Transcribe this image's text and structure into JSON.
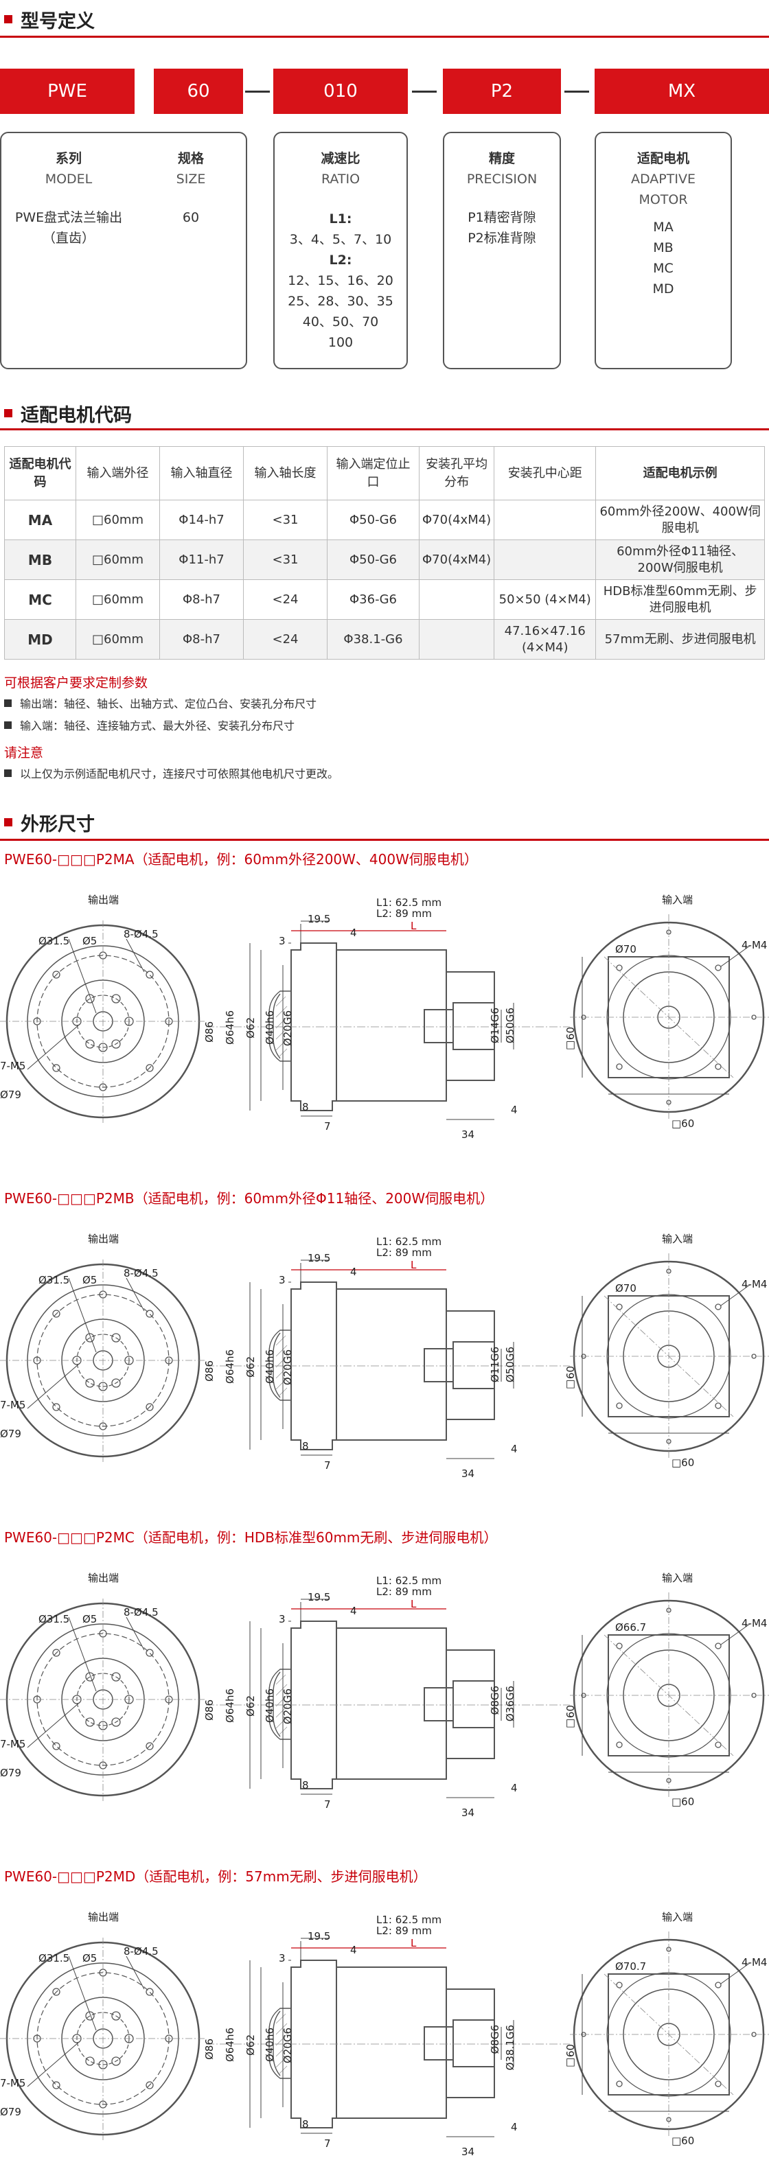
{
  "sections": {
    "model_def": "型号定义",
    "motor_code": "适配电机代码",
    "dimensions": "外形尺寸"
  },
  "model_code": [
    "PWE",
    "60",
    "010",
    "P2",
    "MX"
  ],
  "model_boxes": [
    {
      "cn": "系列",
      "en": "MODEL",
      "lines": [
        "PWE盘式法兰输出",
        "（直齿）"
      ]
    },
    {
      "cn": "规格",
      "en": "SIZE",
      "lines": [
        "60"
      ]
    },
    {
      "cn": "减速比",
      "en": "RATIO",
      "lines": [
        "L1:",
        "3、4、5、7、10",
        "L2:",
        "12、15、16、20",
        "25、28、30、35",
        "40、50、70",
        "100"
      ]
    },
    {
      "cn": "精度",
      "en": "PRECISION",
      "lines": [
        "P1精密背隙",
        "P2标准背隙"
      ]
    },
    {
      "cn": "适配电机",
      "en": "ADAPTIVE MOTOR",
      "lines": [
        "MA",
        "MB",
        "MC",
        "MD"
      ]
    }
  ],
  "table": {
    "headers": [
      "适配电机代码",
      "输入端外径",
      "输入轴直径",
      "输入轴长度",
      "输入端定位止口",
      "安装孔平均分布",
      "安装孔中心距",
      "适配电机示例"
    ],
    "rows": [
      [
        "MA",
        "□60mm",
        "Φ14-h7",
        "<31",
        "Φ50-G6",
        "Φ70(4xM4)",
        "",
        "60mm外径200W、400W伺服电机"
      ],
      [
        "MB",
        "□60mm",
        "Φ11-h7",
        "<31",
        "Φ50-G6",
        "Φ70(4xM4)",
        "",
        "60mm外径Φ11轴径、200W伺服电机"
      ],
      [
        "MC",
        "□60mm",
        "Φ8-h7",
        "<24",
        "Φ36-G6",
        "",
        "50×50 (4×M4)",
        "HDB标准型60mm无刷、步进伺服电机"
      ],
      [
        "MD",
        "□60mm",
        "Φ8-h7",
        "<24",
        "Φ38.1-G6",
        "",
        "47.16×47.16 (4×M4)",
        "57mm无刷、步进伺服电机"
      ]
    ]
  },
  "notes": {
    "custom_title": "可根据客户要求定制参数",
    "custom_items": [
      "输出端：轴径、轴长、出轴方式、定位凸台、安装孔分布尺寸",
      "输入端：轴径、连接轴方式、最大外径、安装孔分布尺寸"
    ],
    "attention_title": "请注意",
    "attention_items": [
      "以上仅为示例适配电机尺寸，连接尺寸可依照其他电机尺寸更改。"
    ]
  },
  "drawing_labels": {
    "output_end": "输出端",
    "input_end": "输入端",
    "l1": "L1: 62.5 mm",
    "l2": "L2: 89 mm",
    "L": "L",
    "d_19_5": "19.5",
    "d_3": "3",
    "d_4": "4",
    "d_8": "8",
    "d_7": "7",
    "d_34": "34",
    "d_31_5": "Ø31.5",
    "d_5": "Ø5",
    "d_8x45": "8-Ø4.5",
    "d_7m5": "7-M5",
    "d_79": "Ø79",
    "d_86": "Ø86",
    "d_64": "Ø64h6",
    "d_62": "Ø62",
    "d_40": "Ø40h6",
    "d_20": "Ø20G6",
    "d_4m4": "4-M4",
    "d_sq60": "□60"
  },
  "examples": [
    {
      "title": "PWE60-□□□P2MA（适配电机，例：60mm外径200W、400W伺服电机）",
      "shaft": "Ø14G6",
      "pilot": "Ø50G6",
      "pcd": "Ø70"
    },
    {
      "title": "PWE60-□□□P2MB（适配电机，例：60mm外径Φ11轴径、200W伺服电机）",
      "shaft": "Ø11G6",
      "pilot": "Ø50G6",
      "pcd": "Ø70"
    },
    {
      "title": "PWE60-□□□P2MC（适配电机，例：HDB标准型60mm无刷、步进伺服电机）",
      "shaft": "Ø8G6",
      "pilot": "Ø36G6",
      "pcd": "Ø66.7"
    },
    {
      "title": "PWE60-□□□P2MD（适配电机，例：57mm无刷、步进伺服电机）",
      "shaft": "Ø8G6",
      "pilot": "Ø38.1G6",
      "pcd": "Ø70.7"
    }
  ],
  "colors": {
    "accent": "#c7000b",
    "code_bar": "#d71218"
  }
}
